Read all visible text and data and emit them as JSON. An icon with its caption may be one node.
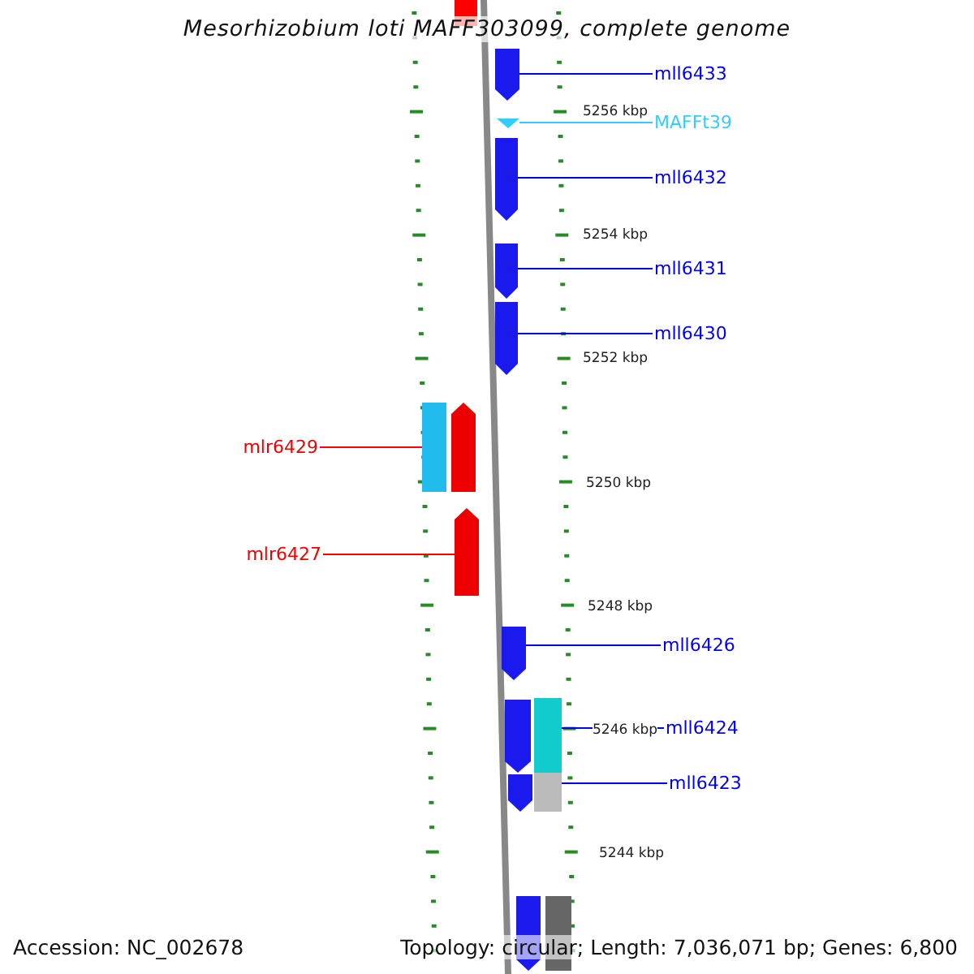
{
  "diagram": {
    "title": "Mesorhizobium loti MAFF303099, complete genome",
    "nodes": [
      {
        "text": [
          "mll6433"
        ]
      },
      {
        "text": [],
        "shape": "arrow"
      },
      {
        "text": [
          "MAFFt39"
        ]
      },
      {
        "text": [],
        "shape": "triangle"
      },
      {
        "text": [
          "mll6432"
        ]
      },
      {
        "text": [],
        "shape": "arrow"
      },
      {
        "text": [
          "mll6431"
        ]
      },
      {
        "text": [],
        "shape": "arrow"
      },
      {
        "text": [
          "mll6430"
        ]
      },
      {
        "text": [],
        "shape": "arrow"
      },
      {
        "text": [
          "mlr6429"
        ]
      },
      {
        "text": [],
        "shape": "arrow"
      },
      {
        "text": [
          "mlr6427"
        ]
      },
      {
        "text": [],
        "shape": "arrow"
      },
      {
        "text": [
          "mll6426"
        ]
      },
      {
        "text": [],
        "shape": "arrow"
      },
      {
        "text": [
          "mll6424"
        ]
      },
      {
        "text": [],
        "shape": "arrow"
      },
      {
        "text": [
          "mll6423"
        ]
      },
      {
        "text": [],
        "shape": "arrow"
      },
      {
        "text": [],
        "shape": "box"
      },
      {
        "text": [],
        "shape": "arrow"
      },
      {
        "text": [],
        "shape": "box"
      }
    ],
    "edges": [
      {
        "from": 0,
        "to": 1,
        "arrow": "none"
      },
      {
        "from": 2,
        "to": 3,
        "arrow": "none",
        "color": "#33ccff"
      },
      {
        "from": 4,
        "to": 5,
        "arrow": "none"
      },
      {
        "from": 6,
        "to": 7,
        "arrow": "none"
      },
      {
        "from": 8,
        "to": 9,
        "arrow": "none"
      },
      {
        "from": 10,
        "to": 11,
        "arrow": "none",
        "color": "#ff0000"
      },
      {
        "from": 12,
        "to": 13,
        "arrow": "none",
        "color": "#ff0000"
      },
      {
        "from": 14,
        "to": 15,
        "arrow": "none"
      },
      {
        "from": 16,
        "to": 17,
        "arrow": "none"
      },
      {
        "from": 18,
        "to": 19,
        "arrow": "none"
      }
    ],
    "labels": [
      "5256 kbp",
      "5254 kbp",
      "5252 kbp",
      "5250 kbp",
      "5248 kbp",
      "5246 kbp",
      "5244 kbp",
      "Accession: NC_002678",
      "Topology: circular; Length: 7,036,071 bp; Genes: 6,800"
    ]
  }
}
